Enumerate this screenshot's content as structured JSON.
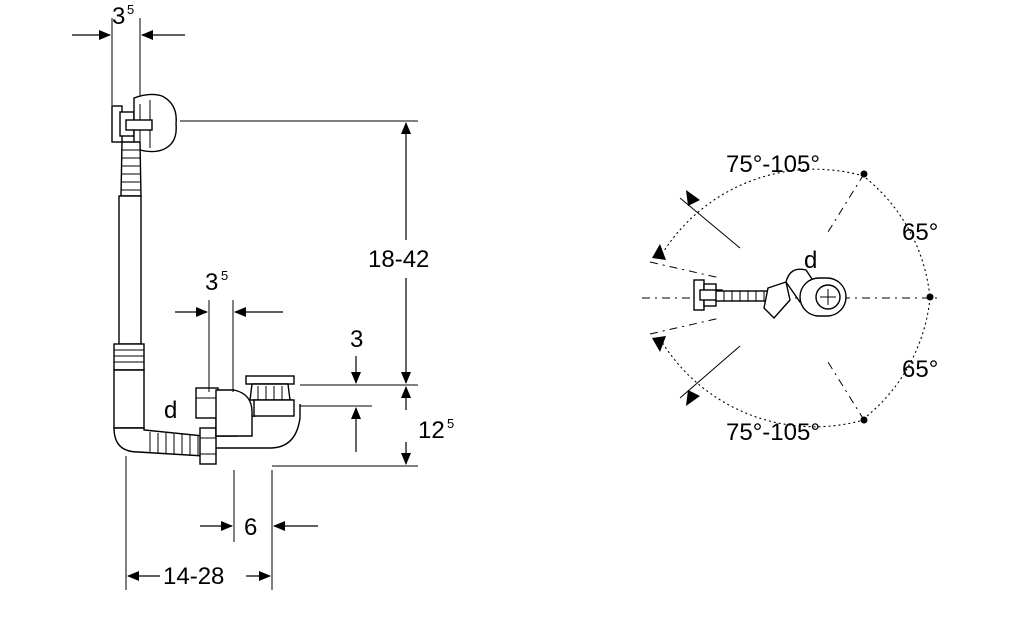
{
  "side_view": {
    "dim_top_width": {
      "main": "3",
      "sup": "5"
    },
    "dim_height_range": "18-42",
    "dim_elbow_width": {
      "main": "3",
      "sup": "5"
    },
    "dim_overflow_offset": "3",
    "dim_trap_height": {
      "main": "12",
      "sup": "5"
    },
    "dim_trap_offset": "6",
    "dim_length_range": "14-28",
    "label_d": "d"
  },
  "top_view": {
    "angle_upper": "75°-105°",
    "angle_lower": "75°-105°",
    "angle_right_upper": "65°",
    "angle_right_lower": "65°",
    "label_d": "d"
  }
}
